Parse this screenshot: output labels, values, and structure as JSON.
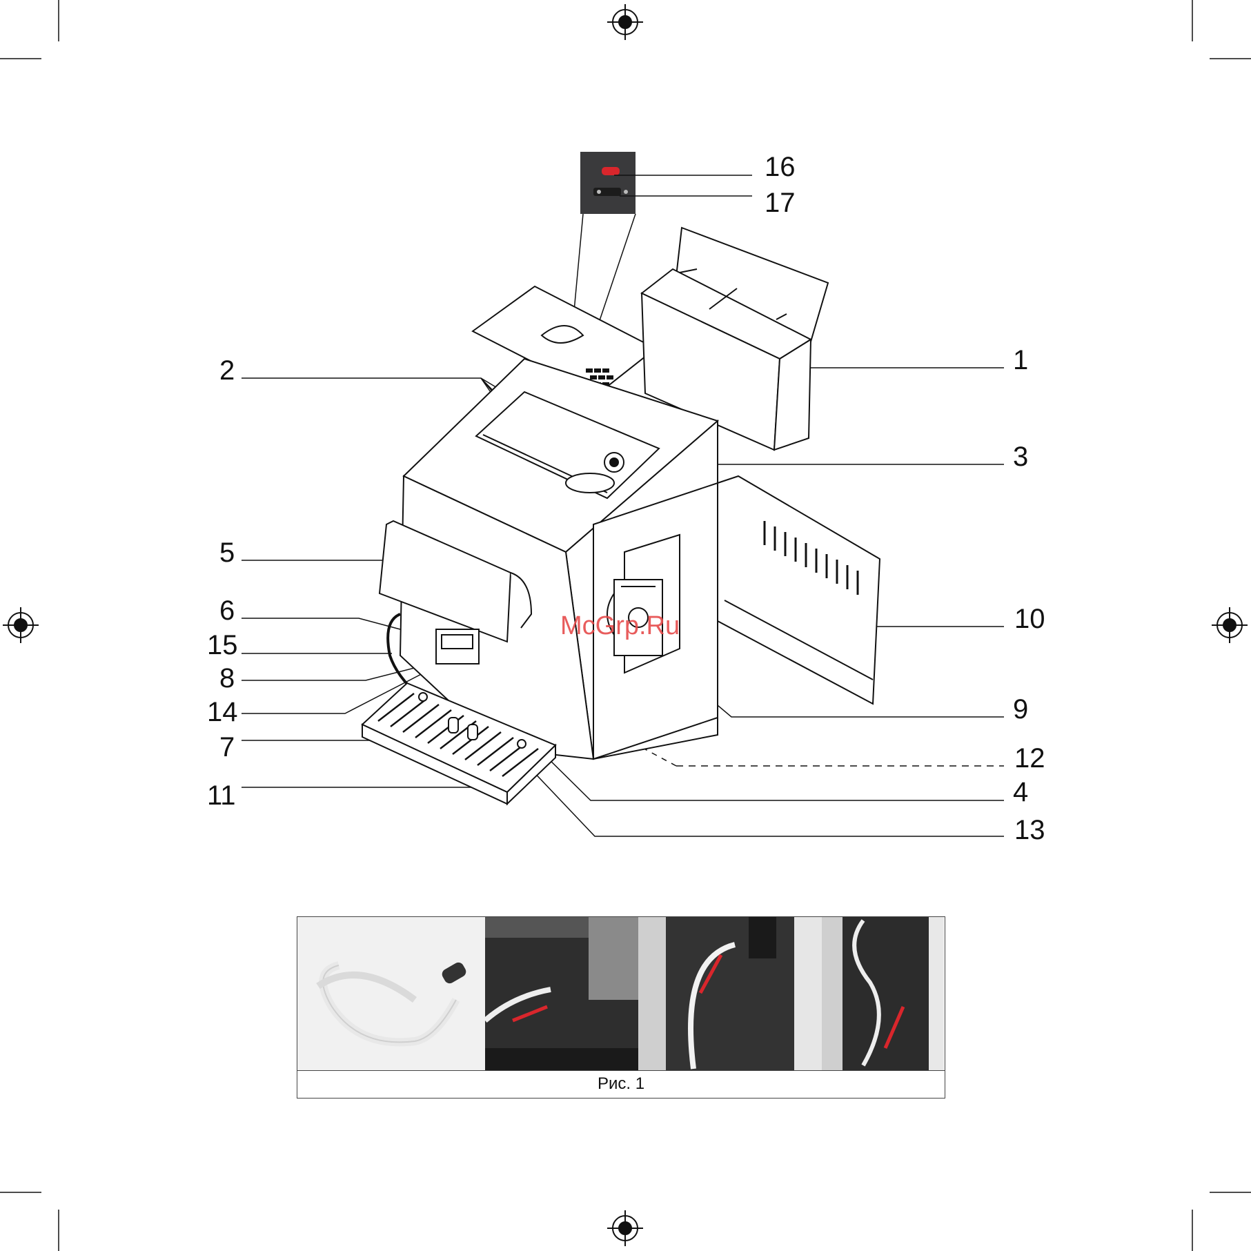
{
  "figure": {
    "callouts": [
      {
        "id": "1",
        "text": "1"
      },
      {
        "id": "2",
        "text": "2"
      },
      {
        "id": "3",
        "text": "3"
      },
      {
        "id": "4",
        "text": "4"
      },
      {
        "id": "5",
        "text": "5"
      },
      {
        "id": "6",
        "text": "6"
      },
      {
        "id": "7",
        "text": "7"
      },
      {
        "id": "8",
        "text": "8"
      },
      {
        "id": "9",
        "text": "9"
      },
      {
        "id": "10",
        "text": "10"
      },
      {
        "id": "11",
        "text": "11"
      },
      {
        "id": "12",
        "text": "12"
      },
      {
        "id": "13",
        "text": "13"
      },
      {
        "id": "14",
        "text": "14"
      },
      {
        "id": "15",
        "text": "15"
      },
      {
        "id": "16",
        "text": "16"
      },
      {
        "id": "17",
        "text": "17"
      }
    ],
    "watermark": "McGrp.Ru",
    "caption": "Рис. 1"
  },
  "colors": {
    "line": "#111111",
    "panel_bg": "#3a3a3c",
    "accent_red": "#d9262c",
    "watermark": "#e64b4b"
  }
}
